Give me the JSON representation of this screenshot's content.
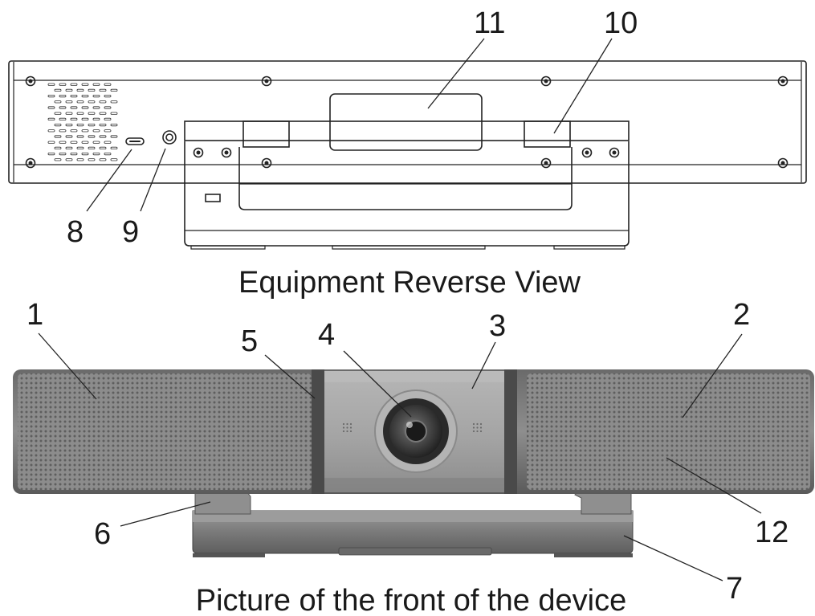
{
  "rear_view": {
    "caption": "Equipment Reverse View",
    "callouts": [
      {
        "number": "11",
        "part": "label-plate"
      },
      {
        "number": "10",
        "part": "mount-hinge"
      },
      {
        "number": "8",
        "part": "usb-c-port"
      },
      {
        "number": "9",
        "part": "reset-pinhole"
      }
    ]
  },
  "front_view": {
    "caption": "Picture of the front of the device",
    "callouts": [
      {
        "number": "1",
        "part": "left-speaker-grille"
      },
      {
        "number": "2",
        "part": "right-speaker-grille"
      },
      {
        "number": "3",
        "part": "camera-housing"
      },
      {
        "number": "4",
        "part": "camera-lens"
      },
      {
        "number": "5",
        "part": "privacy-cover-edge"
      },
      {
        "number": "6",
        "part": "mounting-bracket-arm"
      },
      {
        "number": "7",
        "part": "mounting-base"
      },
      {
        "number": "12",
        "part": "microphone-grille"
      }
    ]
  },
  "colors": {
    "line": "#222222",
    "body_dark": "#5a5a5a",
    "body_mid": "#8a8a8a",
    "grille": "#7c7c7c",
    "camera_housing": "#a9a9a9",
    "base": "#787878"
  }
}
